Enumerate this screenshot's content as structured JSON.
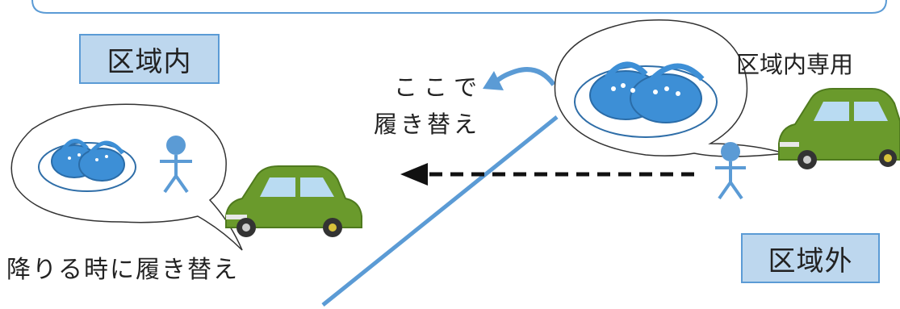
{
  "labels": {
    "inside_area": "区域内",
    "outside_area": "区域外",
    "inside_only": "区域内専用",
    "change_here_line1": "ここで",
    "change_here_line2": "履き替え",
    "change_when_exiting": "降りる時に履き替え"
  },
  "colors": {
    "label_box_fill": "#bdd7ee",
    "label_box_border": "#5b9bd5",
    "boundary_line": "#5b9bd5",
    "sandal": "#3d8fd6",
    "person": "#5b9bd5",
    "car_body": "#6a9a2c",
    "arrow": "#111111"
  }
}
